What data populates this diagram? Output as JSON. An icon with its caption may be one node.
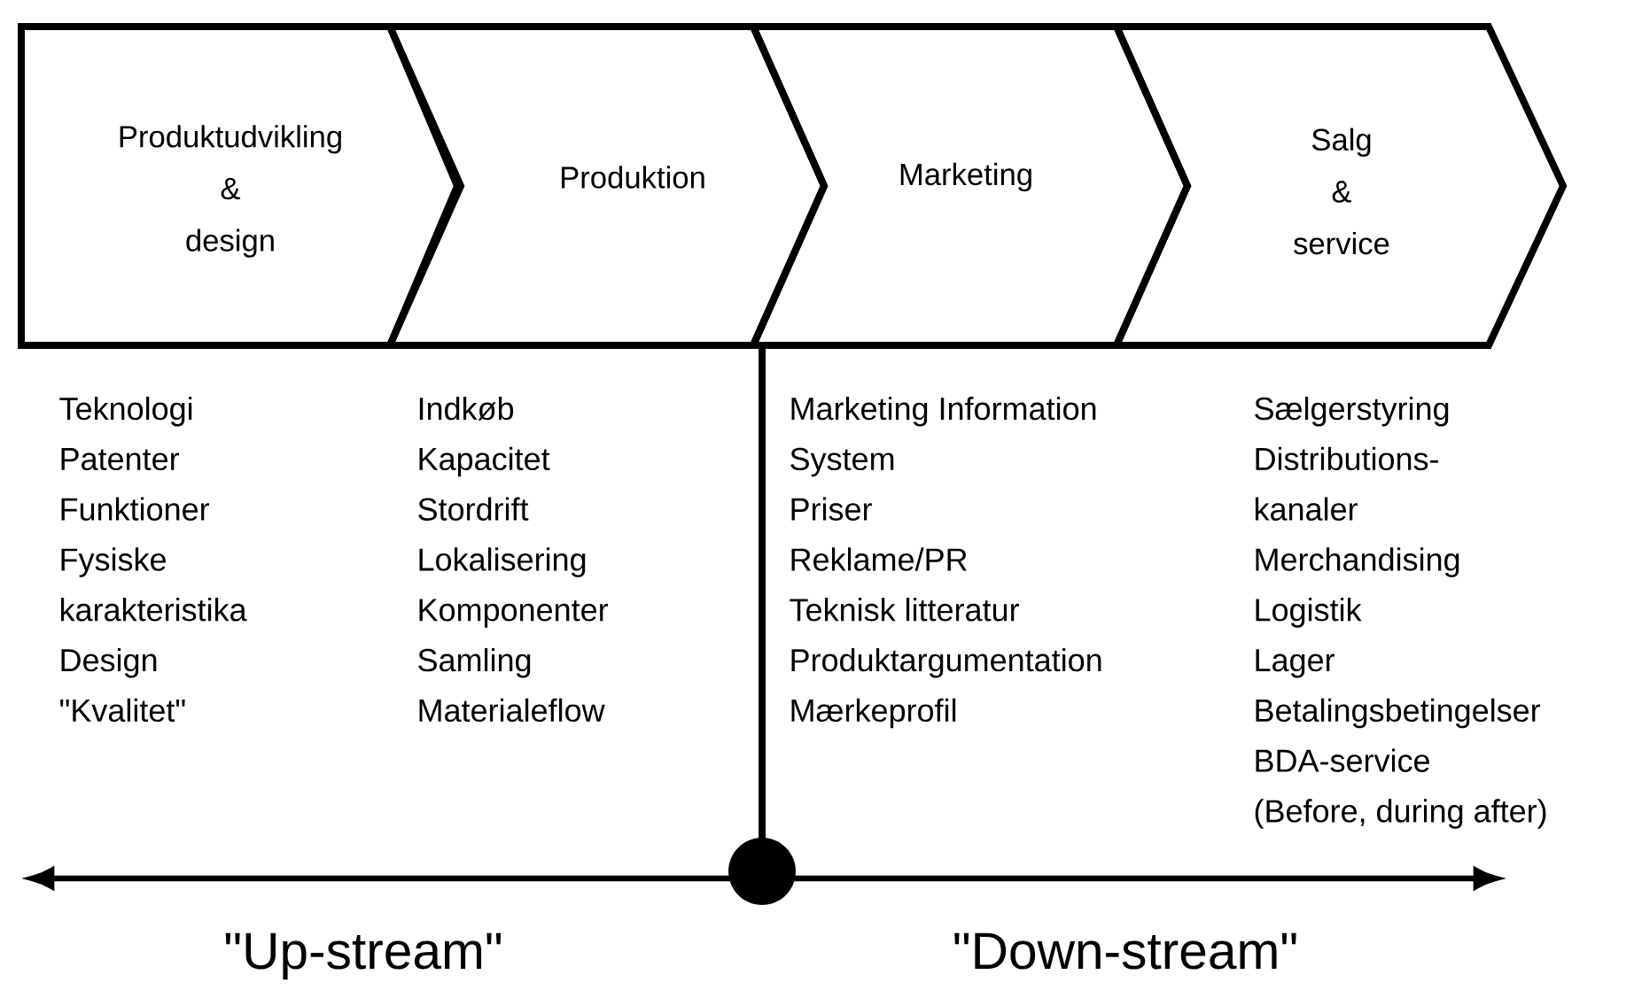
{
  "diagram": {
    "nodes": [
      {
        "text": [
          "Produktudvikling & design"
        ]
      },
      {
        "text": [
          "Produktion"
        ]
      },
      {
        "text": [
          "Marketing"
        ]
      },
      {
        "text": [
          "Salg & service"
        ]
      }
    ],
    "labels": [
      "Teknologi",
      "Patenter",
      "Funktioner",
      "Fysiske",
      "karakteristika",
      "Design",
      "\"Kvalitet\"",
      "Indkøb",
      "Kapacitet",
      "Stordrift",
      "Lokalisering",
      "Komponenter",
      "Samling",
      "Materialeflow",
      "Marketing Information",
      "System",
      "Priser",
      "Reklame/PR",
      "Teknisk litteratur",
      "Produktargumentation",
      "Mærkeprofil",
      "Sælgerstyring",
      "Distributions-",
      "kanaler",
      "Merchandising",
      "Logistik",
      "Lager",
      "Betalingsbetingelser",
      "BDA-service",
      "(Before, during after)",
      "\"Up-stream\"",
      "\"Down-stream\""
    ]
  }
}
